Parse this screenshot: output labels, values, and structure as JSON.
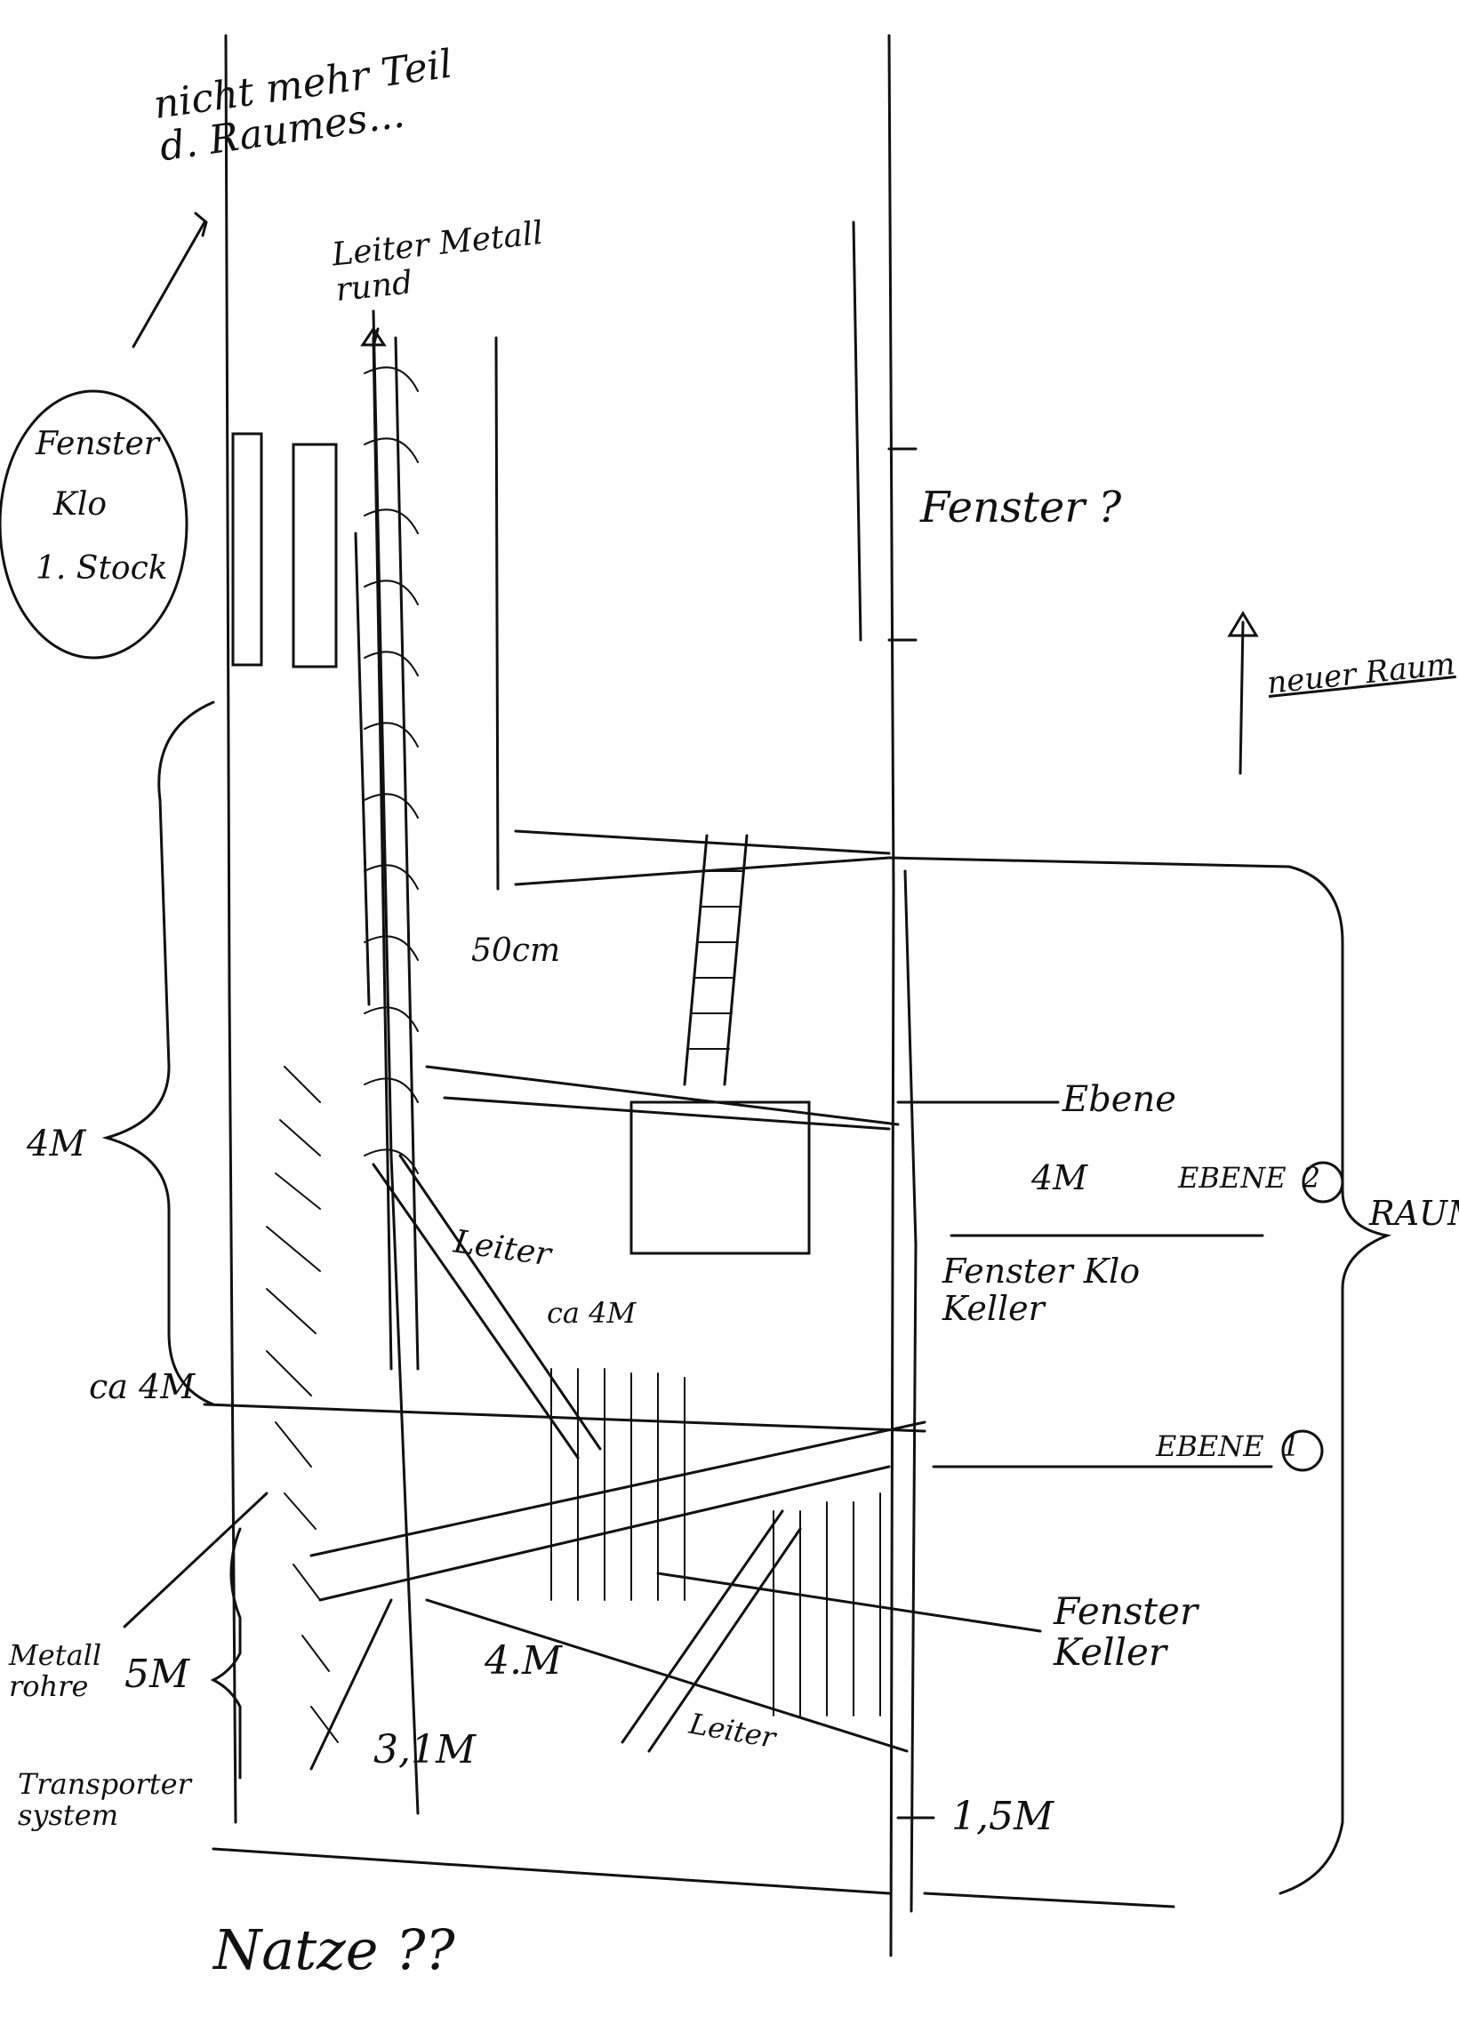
{
  "labels": {
    "not_part_of_room": "nicht mehr Teil d. Raumes...",
    "ladder_metal_round": "Leiter Metall rund",
    "window_toilet_first_floor_1": "Fenster",
    "window_toilet_first_floor_2": "Klo",
    "window_toilet_first_floor_3": "1. Stock",
    "window_question": "Fenster ?",
    "new_room": "neuer Raum",
    "dim_50cm": "50cm",
    "level": "Ebene",
    "dim_4m_right": "4M",
    "level_2": "EBENE",
    "level_2_num": "2",
    "room": "RAUM",
    "ladder_upper": "Leiter",
    "dim_ca4m_center": "ca 4M",
    "window_toilet_cellar": "Fenster Klo Keller",
    "dim_4m_left": "4M",
    "dim_ca4m_left": "ca 4M",
    "level_1": "EBENE",
    "level_1_num": "1",
    "window_cellar": "Fenster Keller",
    "metal_pipes": "Metall rohre",
    "dim_5m": "5M",
    "transport_system": "Transporter system",
    "dim_4m_bottom": "4.M",
    "dim_3_1m": "3,1M",
    "ladder_lower": "Leiter",
    "dim_1_5m": "1,5M",
    "cat": "Natze ??"
  }
}
